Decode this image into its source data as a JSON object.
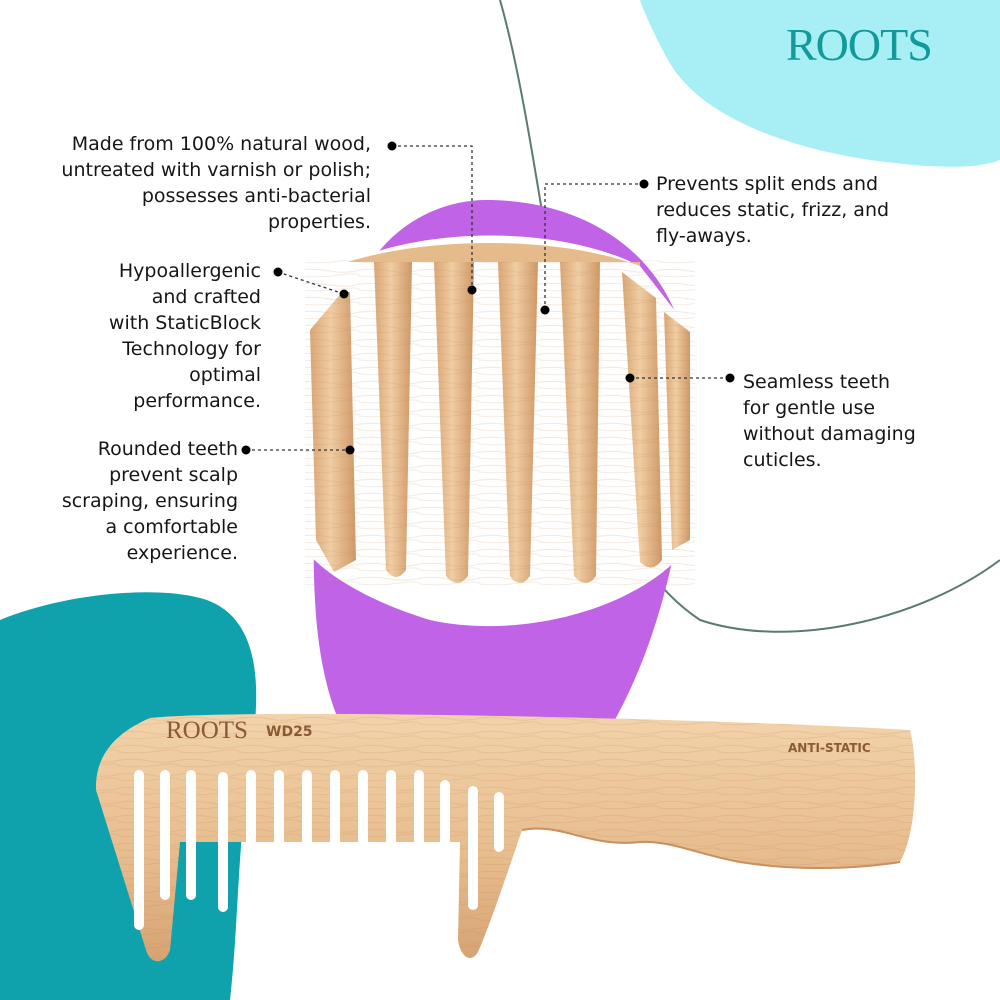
{
  "brand": {
    "logo_text": "ROOTS"
  },
  "colors": {
    "teal_blob": "#10a2ac",
    "light_blue_blob": "#a8eef5",
    "purple_oval": "#c063e6",
    "wood_light": "#ecc69a",
    "wood_dark": "#c98f5e",
    "curve_line": "#5a7a72",
    "logo_teal": "#129a9a",
    "text": "#161616"
  },
  "callouts": [
    {
      "id": "natural-wood",
      "text": "Made from 100% natural wood,\nuntreated with varnish or polish;\npossesses anti-bacterial\nproperties."
    },
    {
      "id": "hypoallergenic",
      "text": "Hypoallergenic\nand crafted\nwith StaticBlock\nTechnology for\noptimal\nperformance."
    },
    {
      "id": "rounded-teeth",
      "text": "Rounded teeth\nprevent scalp\nscraping, ensuring\na comfortable\nexperience."
    },
    {
      "id": "split-ends",
      "text": "Prevents split ends and\nreduces static, frizz, and\nfly-aways."
    },
    {
      "id": "seamless-teeth",
      "text": "Seamless teeth\nfor gentle use\nwithout damaging\ncuticles."
    }
  ],
  "comb": {
    "brand_text": "ROOTS",
    "model_text": "WD25",
    "feature_text": "ANTI-STATIC"
  }
}
